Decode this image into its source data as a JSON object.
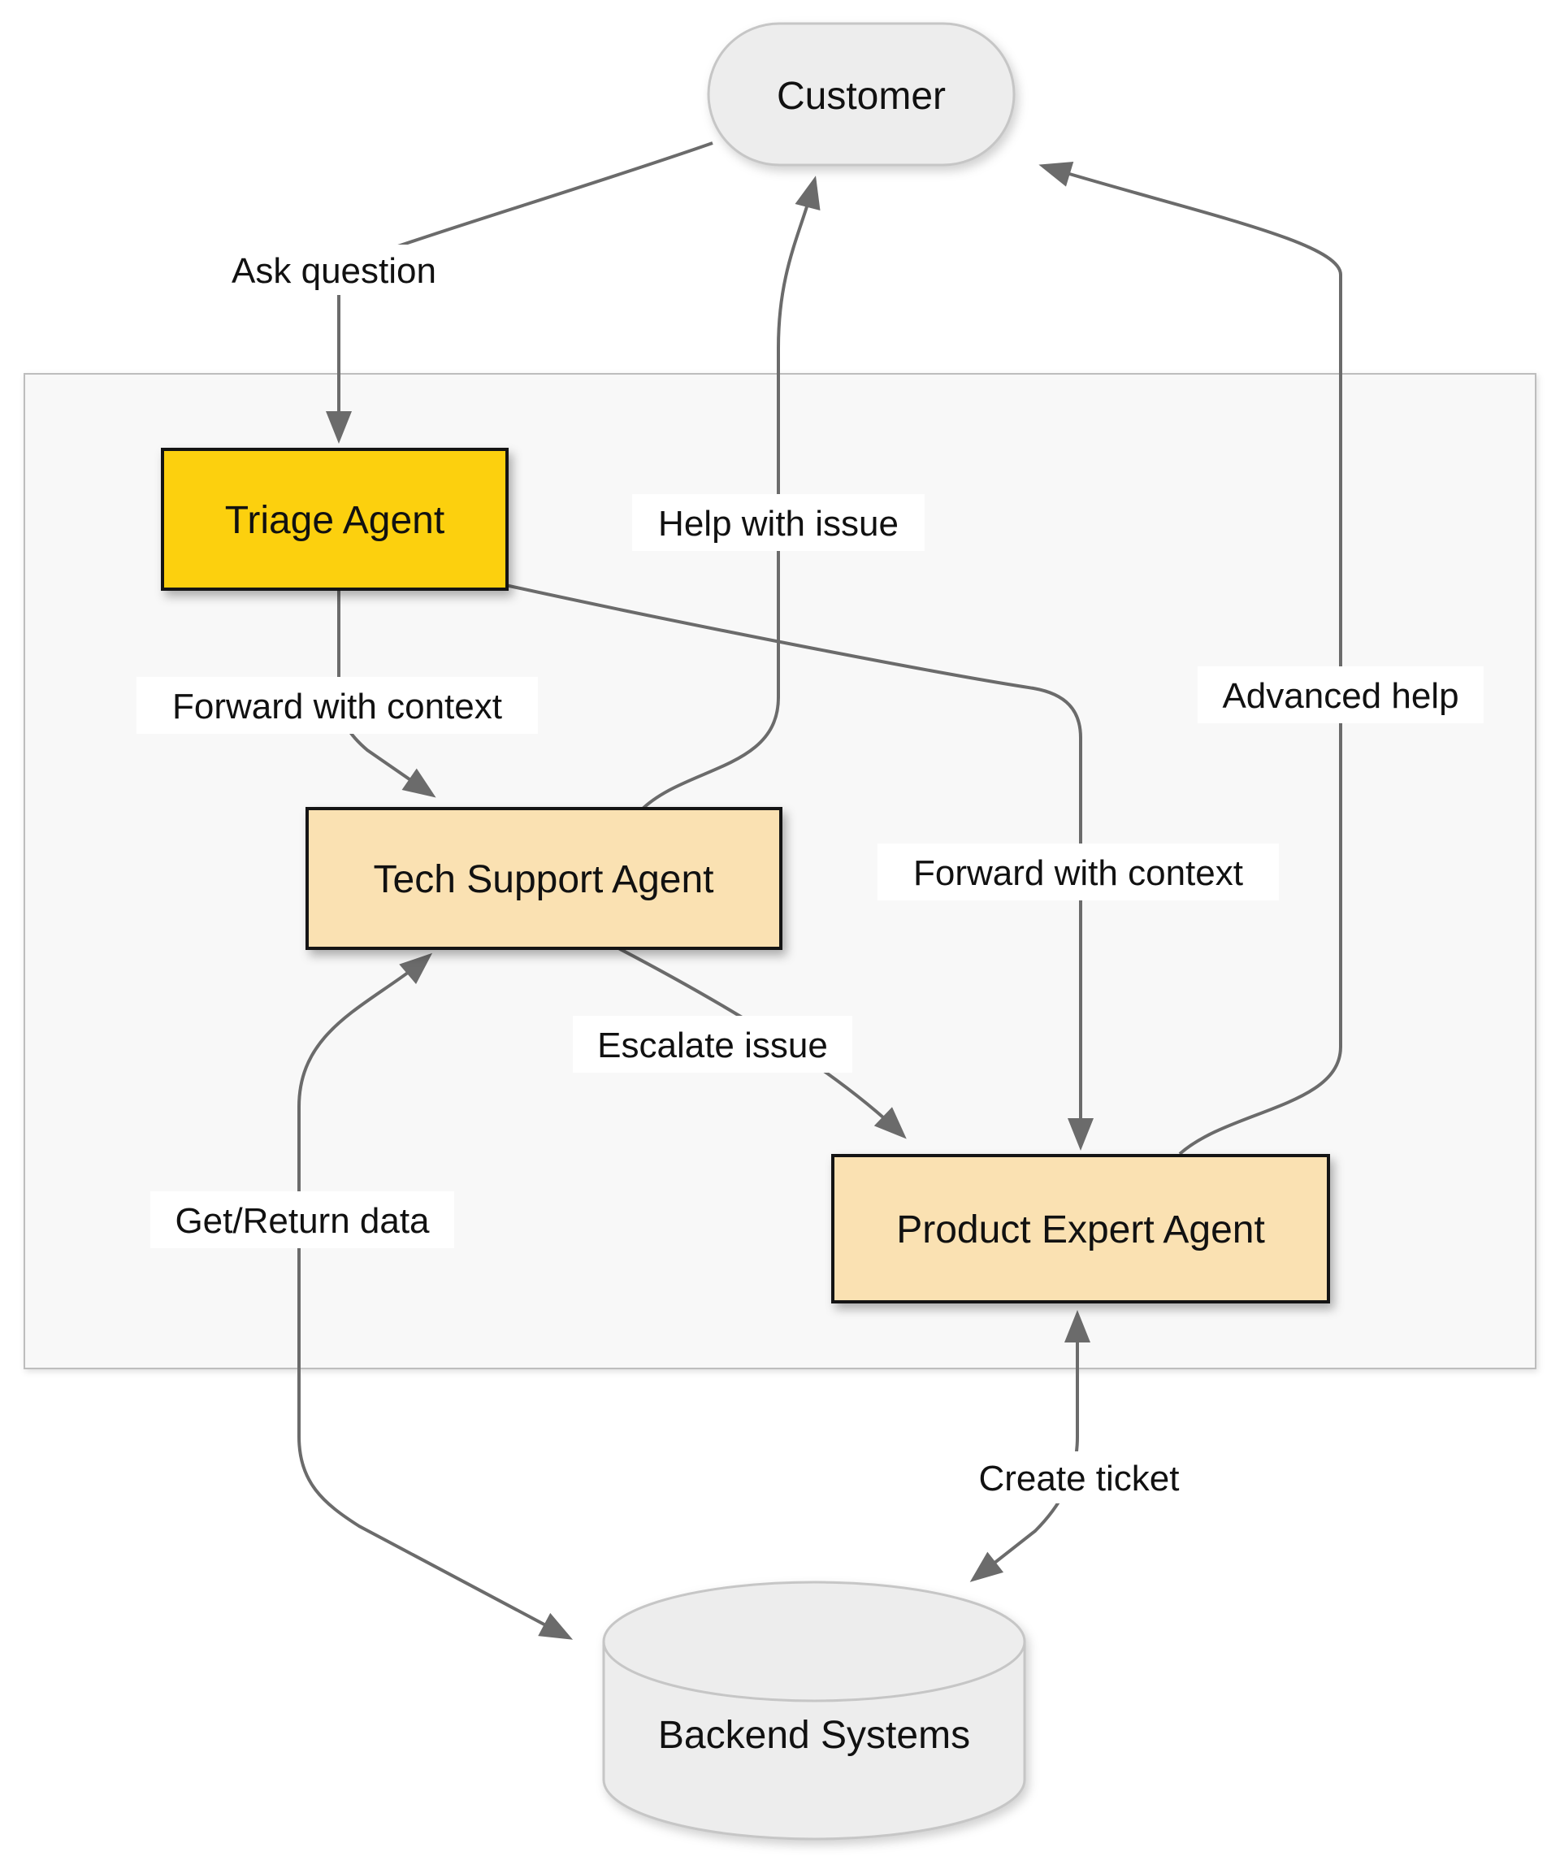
{
  "diagram": {
    "title": "customer-support-agents-flowchart",
    "nodes": {
      "customer": {
        "label": "Customer",
        "shape": "stadium",
        "fill": "#EDEDED",
        "border": "#C6C6C6"
      },
      "triage": {
        "label": "Triage Agent",
        "shape": "rect",
        "fill": "#FCD00E",
        "border": "#141414"
      },
      "tech_support": {
        "label": "Tech Support Agent",
        "shape": "rect",
        "fill": "#FAE1B2",
        "border": "#141414"
      },
      "product_expert": {
        "label": "Product Expert Agent",
        "shape": "rect",
        "fill": "#FAE1B2",
        "border": "#141414"
      },
      "backend": {
        "label": "Backend Systems",
        "shape": "cylinder",
        "fill": "#EDEDED",
        "border": "#C6C6C6"
      }
    },
    "edges": [
      {
        "label": "Ask question",
        "from": "customer",
        "to": "triage",
        "arrows": "end"
      },
      {
        "label": "Forward with context",
        "from": "triage",
        "to": "tech_support",
        "arrows": "end"
      },
      {
        "label": "Forward with context",
        "from": "triage",
        "to": "product_expert",
        "arrows": "end"
      },
      {
        "label": "Help with issue",
        "from": "tech_support",
        "to": "customer",
        "arrows": "end"
      },
      {
        "label": "Advanced help",
        "from": "product_expert",
        "to": "customer",
        "arrows": "end"
      },
      {
        "label": "Escalate issue",
        "from": "tech_support",
        "to": "product_expert",
        "arrows": "end"
      },
      {
        "label": "Get/Return data",
        "from": "tech_support",
        "to": "backend",
        "arrows": "both"
      },
      {
        "label": "Create ticket",
        "from": "product_expert",
        "to": "backend",
        "arrows": "both"
      }
    ],
    "colors": {
      "edge": "#6B6B6B",
      "arrowhead": "#6B6B6B",
      "boundary_fill": "#F8F8F8",
      "boundary_border": "#BDBDBD",
      "label_background": "#FFFFFF",
      "text": "#111111"
    }
  }
}
